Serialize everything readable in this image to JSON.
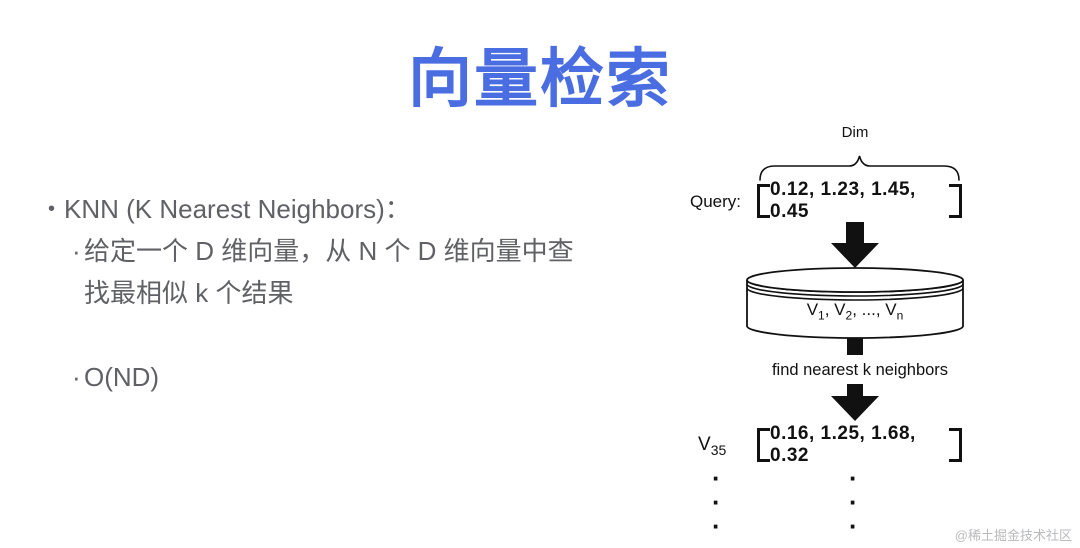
{
  "title": "向量检索",
  "content": {
    "bullet_char": "•",
    "sub_bullet_char": "·",
    "knn_heading": "KNN (K Nearest Neighbors)：",
    "knn_detail_line1": "给定一个 D 维向量，从 N 个 D 维向量中查",
    "knn_detail_line2": "找最相似 k 个结果",
    "complexity": "O(ND)"
  },
  "diagram": {
    "dim_label": "Dim",
    "query_label": "Query:",
    "query_vector": "0.12, 1.23, 1.45, 0.45",
    "database": {
      "base1": "V",
      "sub1": "1",
      "mid1": ", V",
      "sub2": "2",
      "mid2": ", ..., V",
      "subn": "n"
    },
    "find_label": "find nearest k neighbors",
    "result": {
      "base": "V",
      "sub": "35",
      "vector": "0.16, 1.25, 1.68, 0.32"
    },
    "dot_char": "·"
  },
  "watermark": "@稀土掘金技术社区",
  "colors": {
    "title-accent": "#4a6ee1",
    "body-text": "#606164",
    "diagram-ink": "#111111",
    "watermark-gray": "#b9babc"
  }
}
